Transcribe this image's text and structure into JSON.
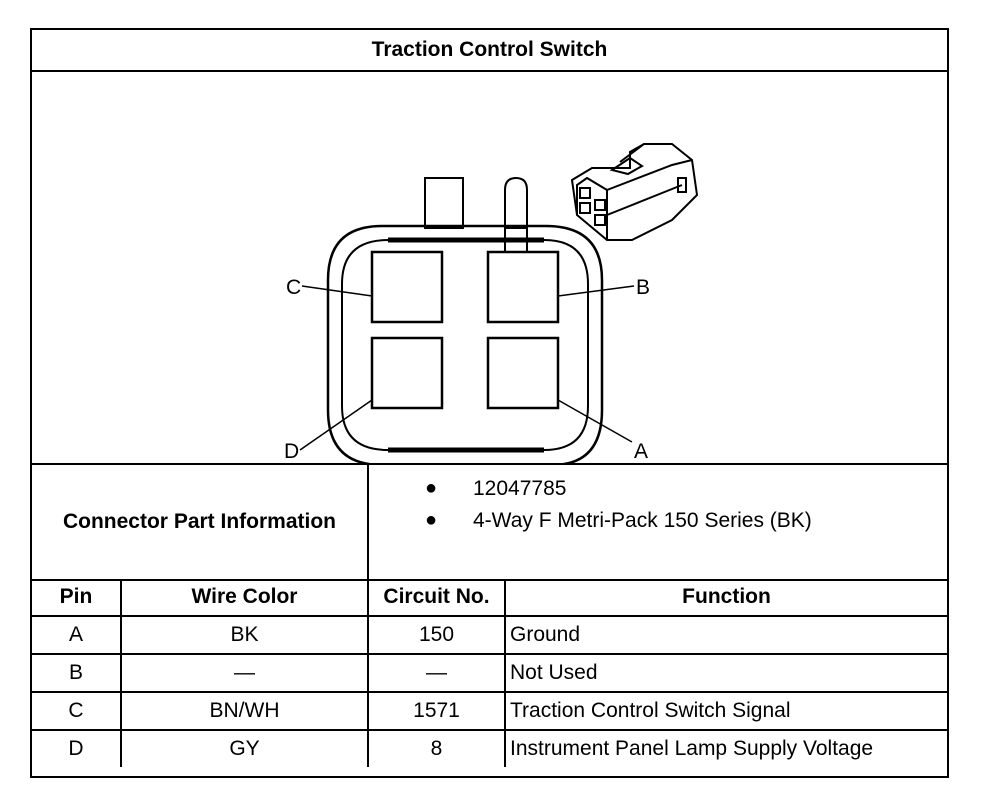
{
  "title": "Traction Control Switch",
  "diagram": {
    "pin_labels": {
      "a": "A",
      "b": "B",
      "c": "C",
      "d": "D"
    }
  },
  "part_info": {
    "label": "Connector Part Information",
    "items": [
      "12047785",
      "4-Way F Metri-Pack 150 Series (BK)"
    ]
  },
  "pin_table": {
    "headers": [
      "Pin",
      "Wire Color",
      "Circuit No.",
      "Function"
    ],
    "rows": [
      [
        "A",
        "BK",
        "150",
        "Ground"
      ],
      [
        "B",
        "—",
        "—",
        "Not Used"
      ],
      [
        "C",
        "BN/WH",
        "1571",
        "Traction Control Switch Signal"
      ],
      [
        "D",
        "GY",
        "8",
        "Instrument Panel Lamp Supply Voltage"
      ]
    ]
  }
}
